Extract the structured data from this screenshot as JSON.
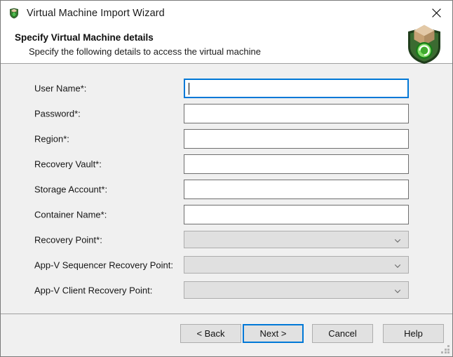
{
  "window": {
    "title": "Virtual Machine Import Wizard",
    "title_icon": "shield-box-icon",
    "close_icon": "close-icon",
    "resize_grip": "resize-grip"
  },
  "header": {
    "title": "Specify Virtual Machine details",
    "subtitle": "Specify the following details to access the virtual machine",
    "icon": "shield-box-refresh-icon"
  },
  "form": {
    "fields": [
      {
        "label": "User Name*:",
        "type": "text",
        "value": "",
        "focused": true,
        "disabled": false
      },
      {
        "label": "Password*:",
        "type": "text",
        "value": "",
        "focused": false,
        "disabled": false
      },
      {
        "label": "Region*:",
        "type": "text",
        "value": "",
        "focused": false,
        "disabled": false
      },
      {
        "label": "Recovery Vault*:",
        "type": "text",
        "value": "",
        "focused": false,
        "disabled": false
      },
      {
        "label": "Storage Account*:",
        "type": "text",
        "value": "",
        "focused": false,
        "disabled": false
      },
      {
        "label": "Container Name*:",
        "type": "text",
        "value": "",
        "focused": false,
        "disabled": false
      },
      {
        "label": "Recovery Point*:",
        "type": "select",
        "value": "",
        "focused": false,
        "disabled": true
      },
      {
        "label": "App-V Sequencer Recovery Point:",
        "type": "select",
        "value": "",
        "focused": false,
        "disabled": true
      },
      {
        "label": "App-V Client Recovery Point:",
        "type": "select",
        "value": "",
        "focused": false,
        "disabled": true
      }
    ]
  },
  "buttons": {
    "back": "< Back",
    "next": "Next >",
    "cancel": "Cancel",
    "help": "Help"
  },
  "colors": {
    "accent": "#0078d7",
    "dialog_bg": "#f0f0f0",
    "banner_bg": "#ffffff",
    "button_bg": "#e1e1e1",
    "disabled_field_bg": "#e0e0e0",
    "border": "#6f6f6f"
  }
}
